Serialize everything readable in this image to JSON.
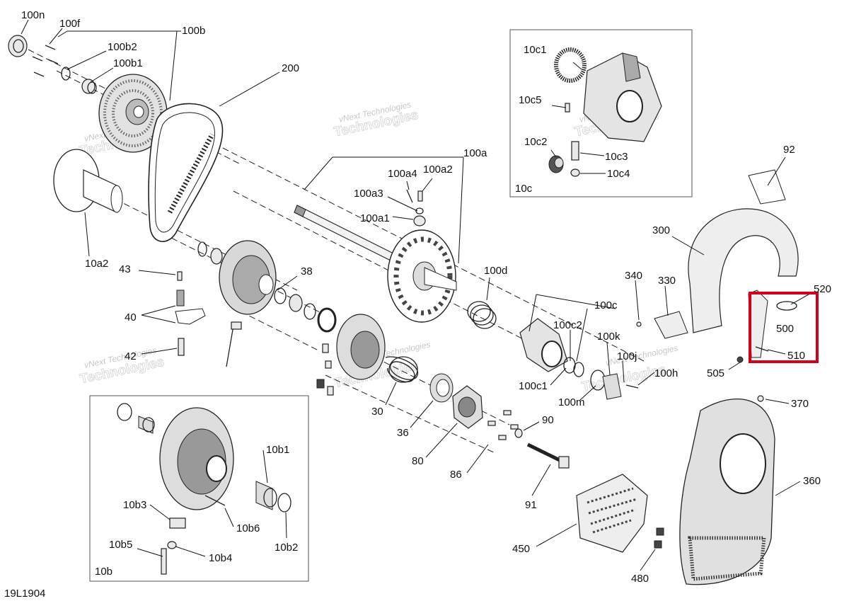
{
  "diagram_id": "19L1904",
  "watermark": {
    "line1": "vNext Technologies",
    "line2": "Technologies"
  },
  "callouts": [
    {
      "id": "c100n",
      "text": "100n"
    },
    {
      "id": "c100f",
      "text": "100f"
    },
    {
      "id": "c100b",
      "text": "100b"
    },
    {
      "id": "c100b2",
      "text": "100b2"
    },
    {
      "id": "c100b1",
      "text": "100b1"
    },
    {
      "id": "c200",
      "text": "200"
    },
    {
      "id": "c10c1",
      "text": "10c1"
    },
    {
      "id": "c10c5",
      "text": "10c5"
    },
    {
      "id": "c10c2",
      "text": "10c2"
    },
    {
      "id": "c10c3",
      "text": "10c3"
    },
    {
      "id": "c10c4",
      "text": "10c4"
    },
    {
      "id": "c10c",
      "text": "10c"
    },
    {
      "id": "c92",
      "text": "92"
    },
    {
      "id": "c100a",
      "text": "100a"
    },
    {
      "id": "c100a4",
      "text": "100a4"
    },
    {
      "id": "c100a2",
      "text": "100a2"
    },
    {
      "id": "c100a3",
      "text": "100a3"
    },
    {
      "id": "c100a1",
      "text": "100a1"
    },
    {
      "id": "c10a2",
      "text": "10a2"
    },
    {
      "id": "c43",
      "text": "43"
    },
    {
      "id": "c38",
      "text": "38"
    },
    {
      "id": "c40",
      "text": "40"
    },
    {
      "id": "c42",
      "text": "42"
    },
    {
      "id": "c100d",
      "text": "100d"
    },
    {
      "id": "c300",
      "text": "300"
    },
    {
      "id": "c340",
      "text": "340"
    },
    {
      "id": "c330",
      "text": "330"
    },
    {
      "id": "c520",
      "text": "520"
    },
    {
      "id": "c500",
      "text": "500"
    },
    {
      "id": "c510",
      "text": "510"
    },
    {
      "id": "c505",
      "text": "505"
    },
    {
      "id": "c100c",
      "text": "100c"
    },
    {
      "id": "c100c2",
      "text": "100c2"
    },
    {
      "id": "c100k",
      "text": "100k"
    },
    {
      "id": "c100j",
      "text": "100j"
    },
    {
      "id": "c100h",
      "text": "100h"
    },
    {
      "id": "c100c1",
      "text": "100c1"
    },
    {
      "id": "c100m",
      "text": "100m"
    },
    {
      "id": "c30",
      "text": "30"
    },
    {
      "id": "c36",
      "text": "36"
    },
    {
      "id": "c90",
      "text": "90"
    },
    {
      "id": "c80",
      "text": "80"
    },
    {
      "id": "c86",
      "text": "86"
    },
    {
      "id": "c91",
      "text": "91"
    },
    {
      "id": "c370",
      "text": "370"
    },
    {
      "id": "c360",
      "text": "360"
    },
    {
      "id": "c450",
      "text": "450"
    },
    {
      "id": "c480",
      "text": "480"
    },
    {
      "id": "c10b1",
      "text": "10b1"
    },
    {
      "id": "c10b3",
      "text": "10b3"
    },
    {
      "id": "c10b6",
      "text": "10b6"
    },
    {
      "id": "c10b5",
      "text": "10b5"
    },
    {
      "id": "c10b4",
      "text": "10b4"
    },
    {
      "id": "c10b2",
      "text": "10b2"
    },
    {
      "id": "c10b",
      "text": "10b"
    }
  ],
  "highlight": {
    "color": "#d0021b",
    "label": "500"
  }
}
